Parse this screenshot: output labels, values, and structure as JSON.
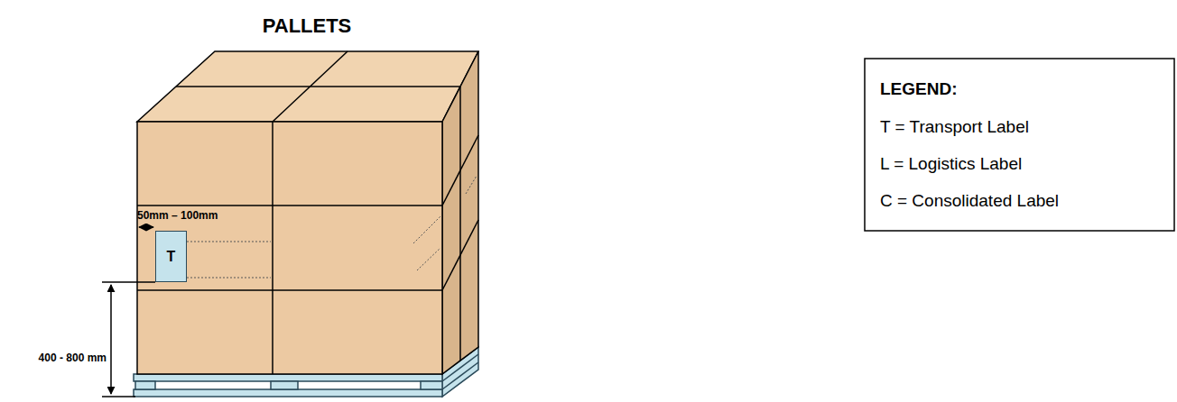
{
  "diagram": {
    "title": "PALLETS",
    "nodes": [
      {
        "text": [
          "T"
        ]
      }
    ],
    "labels": [
      "50mm – 100mm",
      "400 - 800 mm",
      "LEGEND:"
    ],
    "legend": [
      {
        "text": "T = Transport Label"
      },
      {
        "text": "L = Logistics Label"
      },
      {
        "text": "C = Consolidated Label"
      }
    ]
  }
}
